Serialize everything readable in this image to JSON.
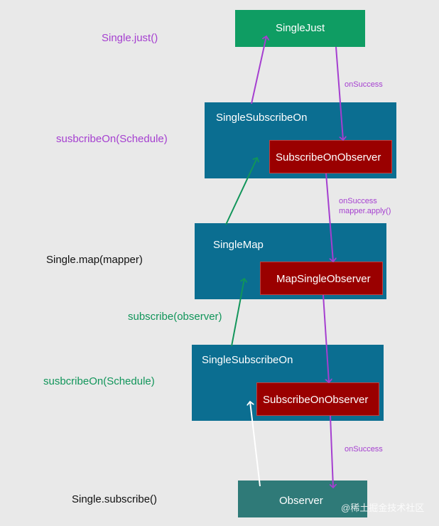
{
  "nodes": {
    "single_just": "SingleJust",
    "subscribe_on_top": "SingleSubscribeOn",
    "subscribe_on_observer_top": "SubscribeOnObserver",
    "single_map": "SingleMap",
    "map_single_observer": "MapSingleObserver",
    "subscribe_on_bottom": "SingleSubscribeOn",
    "subscribe_on_observer_bottom": "SubscribeOnObserver",
    "observer": "Observer"
  },
  "side_labels": {
    "single_just": "Single.just()",
    "subscribe_on_top": "susbcribeOn(Schedule)",
    "single_map": "Single.map(mapper)",
    "subscribe_observer": "subscribe(observer)",
    "subscribe_on_bottom": "susbcribeOn(Schedule)",
    "single_subscribe": "Single.subscribe()"
  },
  "edge_labels": {
    "on_success_1": "onSuccess",
    "on_success_2": "onSuccess",
    "mapper_apply": "mapper.apply()",
    "on_success_3": "onSuccess"
  },
  "watermark": "@稀土掘金技术社区",
  "colors": {
    "purple": "#a53fd0",
    "green": "#11955a",
    "white": "#ffffff",
    "green_box": "#0f9d63",
    "blue_box": "#0b6e91",
    "red_box": "#9a0000",
    "teal_box": "#2f7a78"
  }
}
